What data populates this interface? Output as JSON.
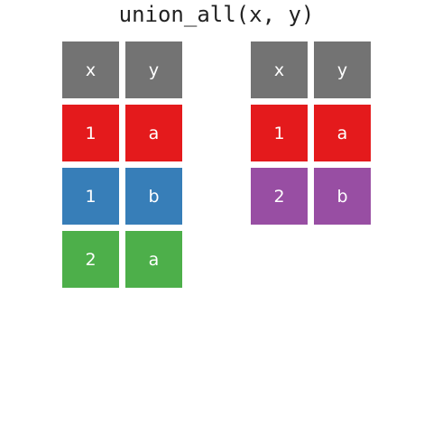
{
  "title": "union_all(x, y)",
  "colors": {
    "header": "#737373",
    "red": "#e41a1c",
    "blue": "#377eb8",
    "green": "#4daf4a",
    "purple": "#984ea3"
  },
  "tables": [
    {
      "name": "x",
      "header": [
        "x",
        "y"
      ],
      "rows": [
        {
          "cells": [
            "1",
            "a"
          ],
          "color": "red"
        },
        {
          "cells": [
            "1",
            "b"
          ],
          "color": "blue"
        },
        {
          "cells": [
            "2",
            "a"
          ],
          "color": "green"
        }
      ]
    },
    {
      "name": "y",
      "header": [
        "x",
        "y"
      ],
      "rows": [
        {
          "cells": [
            "1",
            "a"
          ],
          "color": "red"
        },
        {
          "cells": [
            "2",
            "b"
          ],
          "color": "purple"
        }
      ]
    }
  ]
}
